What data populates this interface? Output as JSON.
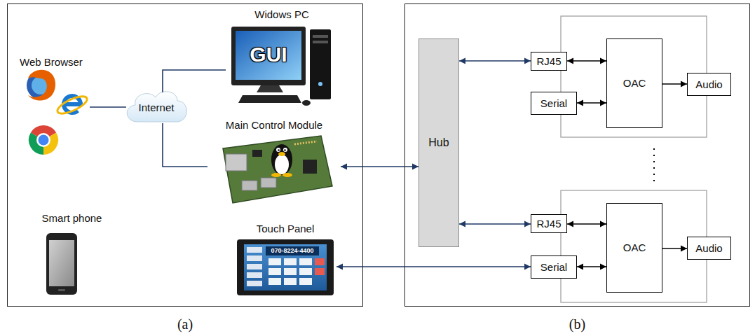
{
  "diagram": {
    "nodes": [
      {
        "text": [
          "(a)"
        ]
      },
      {
        "text": [
          "(b)"
        ]
      },
      {
        "text": [
          "Web Browser"
        ],
        "in": 0
      },
      {
        "text": [
          "Internet"
        ],
        "in": 0
      },
      {
        "text": [
          "Widows PC"
        ],
        "in": 0
      },
      {
        "text": [
          "Main Control Module"
        ],
        "in": 0
      },
      {
        "text": [
          "Smart phone"
        ],
        "in": 0
      },
      {
        "text": [
          "Touch Panel"
        ],
        "in": 0
      },
      {
        "text": [
          "Hub"
        ],
        "in": 1
      },
      {
        "text": [
          "RJ45"
        ],
        "in": 1
      },
      {
        "text": [
          "Serial"
        ],
        "in": 1
      },
      {
        "text": [
          "OAC"
        ],
        "in": 1
      },
      {
        "text": [
          "Audio"
        ],
        "in": 1
      },
      {
        "text": [
          "RJ45"
        ],
        "in": 1
      },
      {
        "text": [
          "Serial"
        ],
        "in": 1
      },
      {
        "text": [
          "OAC"
        ],
        "in": 1
      },
      {
        "text": [
          "Audio"
        ],
        "in": 1
      }
    ],
    "edges": [
      {
        "from": 2,
        "to": 3,
        "arrow": "none"
      },
      {
        "from": 3,
        "to": 4,
        "arrow": "none"
      },
      {
        "from": 3,
        "to": 5,
        "arrow": "none"
      },
      {
        "from": 5,
        "to": 8,
        "arrow": "both"
      },
      {
        "from": 7,
        "to": 14,
        "arrow": "both"
      },
      {
        "from": 8,
        "to": 9,
        "arrow": "both"
      },
      {
        "from": 9,
        "to": 11,
        "arrow": "both"
      },
      {
        "from": 10,
        "to": 11,
        "arrow": "both"
      },
      {
        "from": 11,
        "to": 12,
        "arrow": "to"
      },
      {
        "from": 8,
        "to": 13,
        "arrow": "both"
      },
      {
        "from": 13,
        "to": 15,
        "arrow": "both"
      },
      {
        "from": 14,
        "to": 15,
        "arrow": "both"
      },
      {
        "from": 15,
        "to": 16,
        "arrow": "to"
      }
    ],
    "labels": [
      "GUI",
      "070-8224-4400"
    ]
  }
}
